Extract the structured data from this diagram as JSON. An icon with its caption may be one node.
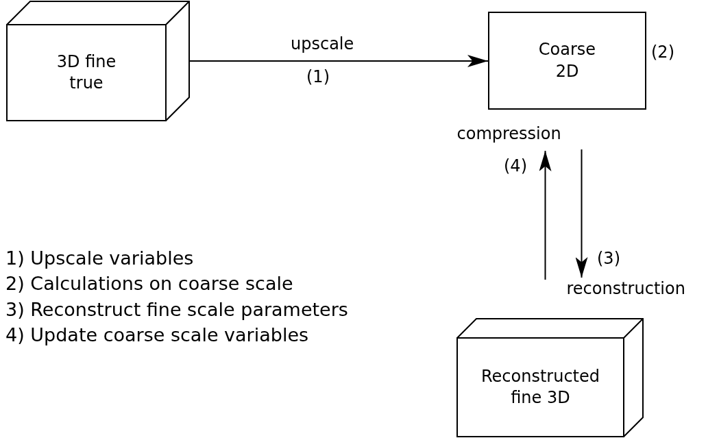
{
  "diagram": {
    "nodes": [
      {
        "text": [
          "3D fine true"
        ]
      },
      {
        "text": [
          "Coarse 2D"
        ],
        "beside": [
          "(2)"
        ]
      },
      {
        "text": [
          "Reconstructed fine 3D"
        ]
      }
    ],
    "edges": [
      {
        "from": 0,
        "to": 1,
        "arrow": "to",
        "label": "upscale"
      },
      {
        "from": 2,
        "to": 1,
        "arrow": "to",
        "label": "compression"
      },
      {
        "from": 1,
        "to": 2,
        "arrow": "to",
        "label": "reconstruction"
      }
    ],
    "labels": [
      "(1)",
      "(4)",
      "(3)",
      "1) Upscale variables",
      "2) Calculations on coarse scale",
      "3) Reconstruct fine scale parameters",
      "4) Update coarse scale variables"
    ]
  }
}
